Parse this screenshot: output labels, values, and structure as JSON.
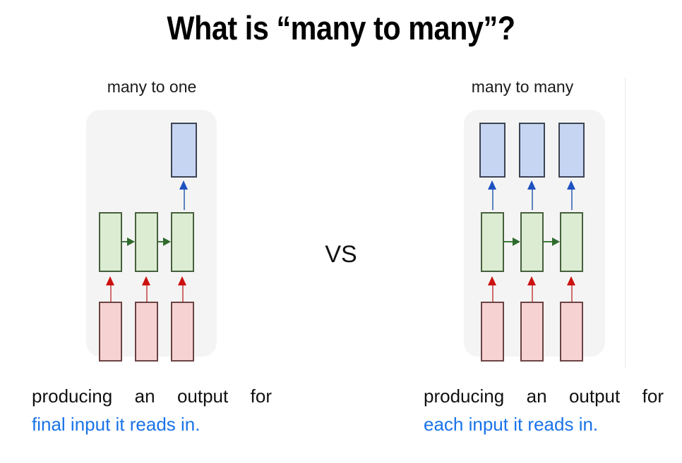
{
  "slide": {
    "title": "What is “many to many”?",
    "comparator": "VS",
    "background_color": "#ffffff"
  },
  "colors": {
    "panel_background": "#f4f4f4",
    "output_box_fill": "#c6d5f2",
    "output_box_border": "#3c4453",
    "hidden_box_fill": "#dcecd3",
    "hidden_box_border": "#46603c",
    "input_box_fill": "#f6d2d2",
    "input_box_border": "#6b4343",
    "blue_arrow": "#1f51c0",
    "green_arrow": "#2f6b2c",
    "red_arrow": "#cc1111",
    "caption_accent": "#1a73e8",
    "text_primary": "#111111"
  },
  "diagrams": [
    {
      "id": "many-to-one",
      "label": "many to one",
      "output_boxes": 1,
      "hidden_boxes": 3,
      "input_boxes": 3,
      "blue_arrows": 1,
      "green_arrows": 2,
      "red_arrows": 3,
      "caption": {
        "line1_words": [
          "producing",
          "an",
          "output",
          "for"
        ],
        "line1_text": "producing an output for",
        "line2_text": "final input it reads in."
      }
    },
    {
      "id": "many-to-many",
      "label": "many to many",
      "output_boxes": 3,
      "hidden_boxes": 3,
      "input_boxes": 3,
      "blue_arrows": 3,
      "green_arrows": 2,
      "red_arrows": 3,
      "caption": {
        "line1_words": [
          "producing",
          "an",
          "output",
          "for"
        ],
        "line1_text": "producing an output for",
        "line2_text": "each input it reads in."
      }
    }
  ]
}
